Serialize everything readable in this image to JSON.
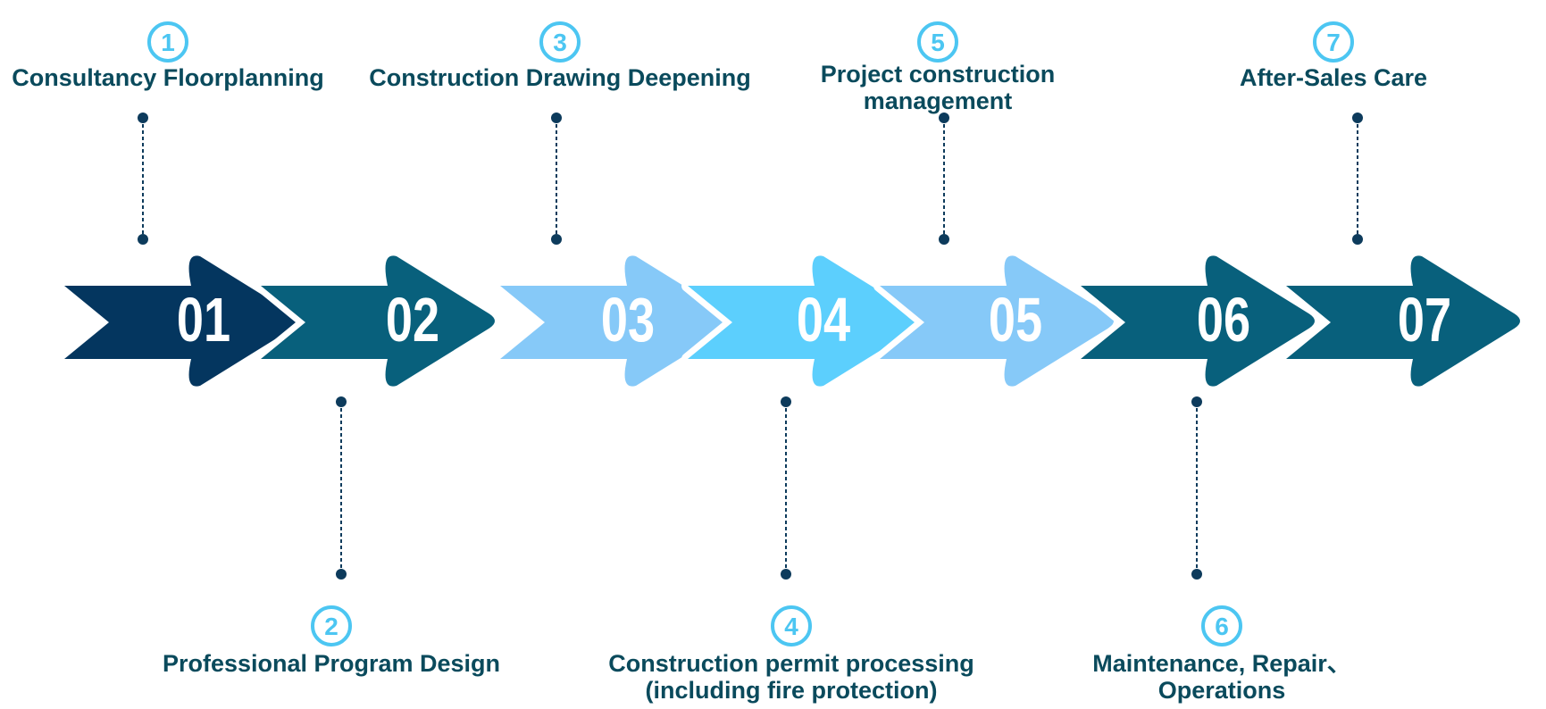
{
  "colors": {
    "dark_navy": "#04365f",
    "teal": "#08607c",
    "light_blue": "#86c9f8",
    "cyan": "#5ccffd",
    "circle": "#4cc6f2",
    "label": "#0a4a5c",
    "connector": "#0d3b5c"
  },
  "steps": [
    {
      "number": "01",
      "badge": "1",
      "label_lines": [
        "Consultancy Floorplanning"
      ],
      "position": "top",
      "color": "#04365f"
    },
    {
      "number": "02",
      "badge": "2",
      "label_lines": [
        "Professional Program Design"
      ],
      "position": "bottom",
      "color": "#08607c"
    },
    {
      "number": "03",
      "badge": "3",
      "label_lines": [
        "Construction Drawing Deepening"
      ],
      "position": "top",
      "color": "#86c9f8"
    },
    {
      "number": "04",
      "badge": "4",
      "label_lines": [
        "Construction permit processing",
        "(including fire protection)"
      ],
      "position": "bottom",
      "color": "#5ccffd"
    },
    {
      "number": "05",
      "badge": "5",
      "label_lines": [
        "Project construction",
        "management"
      ],
      "position": "top",
      "color": "#86c9f8"
    },
    {
      "number": "06",
      "badge": "6",
      "label_lines": [
        "Maintenance, Repair、",
        "Operations"
      ],
      "position": "bottom",
      "color": "#08607c"
    },
    {
      "number": "07",
      "badge": "7",
      "label_lines": [
        "After-Sales Care"
      ],
      "position": "top",
      "color": "#08607c"
    }
  ]
}
